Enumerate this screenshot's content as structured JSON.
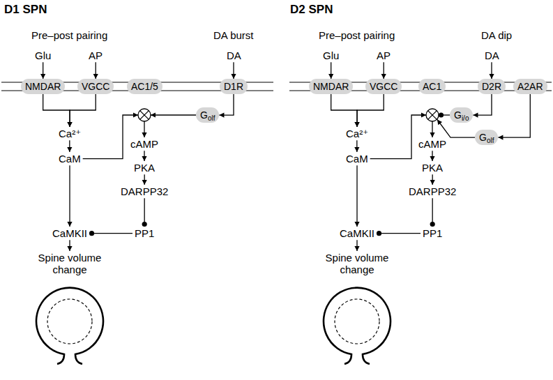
{
  "diagram": {
    "nodes": [
      {
        "text": [
          "Glu"
        ]
      },
      {
        "text": [
          "AP"
        ]
      },
      {
        "text": [
          "DA"
        ]
      },
      {
        "text": [
          "NMDAR"
        ]
      },
      {
        "text": [
          "VGCC"
        ]
      },
      {
        "text": [
          "AC1/5"
        ]
      },
      {
        "text": [
          "D1R"
        ]
      },
      {
        "text": [
          "G",
          "olf"
        ]
      },
      {
        "text": [
          "Ca²⁺"
        ]
      },
      {
        "text": [
          "CaM"
        ]
      },
      {
        "text": [
          "cAMP"
        ]
      },
      {
        "text": [
          "PKA"
        ]
      },
      {
        "text": [
          "DARPP32"
        ]
      },
      {
        "text": [
          "CaMKII"
        ]
      },
      {
        "text": [
          "PP1"
        ]
      },
      {
        "text": [
          "Spine volume change"
        ]
      },
      {
        "text": [
          "Glu"
        ]
      },
      {
        "text": [
          "AP"
        ]
      },
      {
        "text": [
          "DA"
        ]
      },
      {
        "text": [
          "NMDAR"
        ]
      },
      {
        "text": [
          "VGCC"
        ]
      },
      {
        "text": [
          "AC1"
        ]
      },
      {
        "text": [
          "D2R"
        ]
      },
      {
        "text": [
          "A2AR"
        ]
      },
      {
        "text": [
          "G",
          "i/o"
        ]
      },
      {
        "text": [
          "G",
          "olf"
        ]
      },
      {
        "text": [
          "Ca²⁺"
        ]
      },
      {
        "text": [
          "CaM"
        ]
      },
      {
        "text": [
          "cAMP"
        ]
      },
      {
        "text": [
          "PKA"
        ]
      },
      {
        "text": [
          "DARPP32"
        ]
      },
      {
        "text": [
          "CaMKII"
        ]
      },
      {
        "text": [
          "PP1"
        ]
      },
      {
        "text": [
          "Spine volume change"
        ]
      }
    ],
    "edges": [
      {
        "from": 0,
        "to": 3,
        "arrow": "to"
      },
      {
        "from": 1,
        "to": 4,
        "arrow": "to"
      },
      {
        "from": 2,
        "to": 6,
        "arrow": "to"
      },
      {
        "from": 3,
        "to": 8,
        "arrow": "to"
      },
      {
        "from": 4,
        "to": 8,
        "arrow": "to"
      },
      {
        "from": 8,
        "to": 9,
        "arrow": "to"
      },
      {
        "from": 9,
        "to": 13,
        "arrow": "to"
      },
      {
        "from": 6,
        "to": 7,
        "arrow": "to"
      },
      {
        "from": 10,
        "to": 11,
        "arrow": "to"
      },
      {
        "from": 11,
        "to": 12,
        "arrow": "to"
      },
      {
        "from": 12,
        "to": 14,
        "arrow": "to"
      },
      {
        "from": 14,
        "to": 13,
        "arrow": "to"
      },
      {
        "from": 13,
        "to": 15,
        "arrow": "to"
      },
      {
        "from": 16,
        "to": 19,
        "arrow": "to"
      },
      {
        "from": 17,
        "to": 20,
        "arrow": "to"
      },
      {
        "from": 18,
        "to": 22,
        "arrow": "to"
      },
      {
        "from": 19,
        "to": 26,
        "arrow": "to"
      },
      {
        "from": 20,
        "to": 26,
        "arrow": "to"
      },
      {
        "from": 26,
        "to": 27,
        "arrow": "to"
      },
      {
        "from": 27,
        "to": 31,
        "arrow": "to"
      },
      {
        "from": 22,
        "to": 24,
        "arrow": "to"
      },
      {
        "from": 23,
        "to": 25,
        "arrow": "to"
      },
      {
        "from": 28,
        "to": 29,
        "arrow": "to"
      },
      {
        "from": 29,
        "to": 30,
        "arrow": "to"
      },
      {
        "from": 30,
        "to": 32,
        "arrow": "to"
      },
      {
        "from": 32,
        "to": 31,
        "arrow": "to"
      },
      {
        "from": 31,
        "to": 33,
        "arrow": "to"
      }
    ],
    "labels": [
      "D1 SPN",
      "Pre–post pairing",
      "DA burst",
      "D2 SPN",
      "Pre–post pairing",
      "DA dip"
    ]
  }
}
